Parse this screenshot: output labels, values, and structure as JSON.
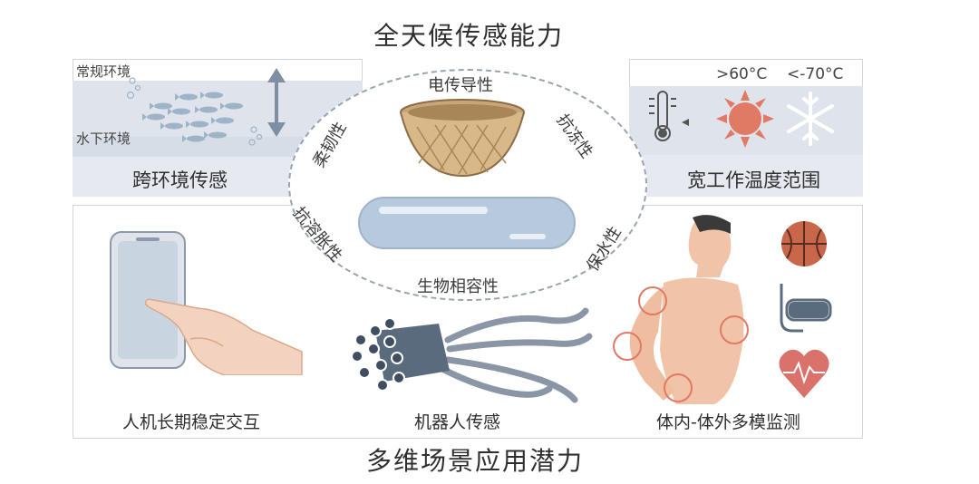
{
  "title_top": "全天候传感能力",
  "title_bottom": "多维场景应用潜力",
  "left_panel": {
    "label_land": "常规环境",
    "label_water": "水下环境",
    "caption": "跨环境传感"
  },
  "right_panel": {
    "hot_label": ">60°C",
    "cold_label": "<-70°C",
    "caption": "宽工作温度范围"
  },
  "properties": {
    "top": "电传导性",
    "top_right": "抗冻性",
    "right": "保水性",
    "bottom": "生物相容性",
    "left_bottom": "抗溶胀性",
    "left_top": "柔韧性"
  },
  "applications": {
    "interaction": "人机长期稳定交互",
    "robot": "机器人传感",
    "monitoring": "体内-体外多模监测"
  },
  "colors": {
    "band": "#dfe4ec",
    "band_dark": "#c9d0db",
    "gel": "#b7c9dc",
    "accent_red": "#e07a65",
    "frame": "#cfd6e0"
  },
  "icons": [
    "fish-icon",
    "bubbles-icon",
    "double-arrow-icon",
    "basket-icon",
    "hydrogel-icon",
    "thermometer-icon",
    "sun-icon",
    "snowflake-icon",
    "phone-icon",
    "hand-icon",
    "tentacle-icon",
    "human-icon",
    "basketball-icon",
    "diving-mask-icon",
    "heart-icon"
  ]
}
